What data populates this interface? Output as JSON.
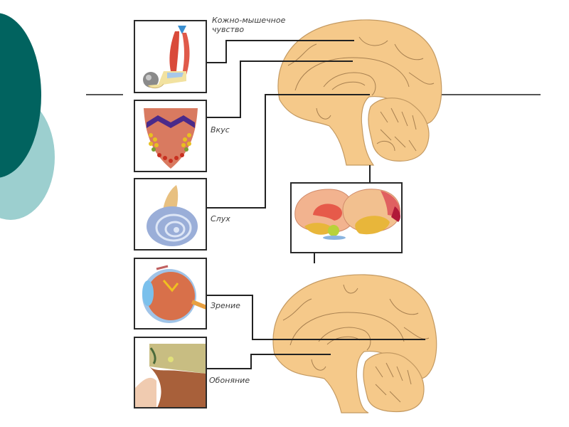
{
  "slide": {
    "decor": {
      "circle_dark_color": "#01635f",
      "circle_light_color": "#9ccfcf"
    },
    "senses": [
      {
        "id": "kinesthetic",
        "label_line1": "Кожно-мышечное",
        "label_line2": "чувство",
        "icon": "arm-muscle-icon"
      },
      {
        "id": "taste",
        "label_line1": "Вкус",
        "icon": "tongue-icon"
      },
      {
        "id": "hearing",
        "label_line1": "Слух",
        "icon": "cochlea-icon"
      },
      {
        "id": "vision",
        "label_line1": "Зрение",
        "icon": "eye-icon"
      },
      {
        "id": "smell",
        "label_line1": "Обоняние",
        "icon": "olfactory-icon"
      }
    ],
    "colors": {
      "brain_fill": "#f5c98a",
      "brain_outline": "#c49a62",
      "connector": "#222222"
    }
  }
}
